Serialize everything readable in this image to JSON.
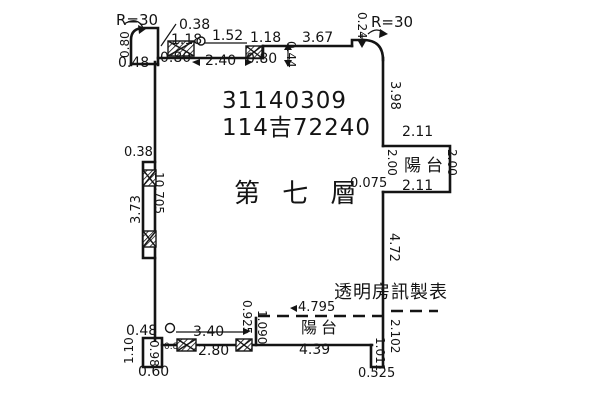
{
  "document": {
    "type": "floor-plan",
    "parcel_id": "31140309",
    "permit_id": "114吉72240",
    "floor_label": "第 七 層",
    "watermark": "透明房訊製表",
    "ink_color": "#141414",
    "background_color": "#ffffff"
  },
  "rooms": {
    "balcony_right": "陽台",
    "balcony_bottom": "陽台"
  },
  "labels": {
    "r30_left": "R=30",
    "r30_right": "R=30",
    "d038_top": "0.38",
    "d118a": "1.18",
    "d152": "1.52",
    "d118b": "1.18",
    "d367": "3.67",
    "d024": "0.24",
    "d080_left": "0.80",
    "d048_top": "0.48",
    "d080a": "0.80",
    "d240": "2.40",
    "d080b": "0.80",
    "d044": "0.44",
    "d398": "3.98",
    "d211_top": "2.11",
    "d200_left": "2.00",
    "d200_right": "2.00",
    "d211_bottom": "2.11",
    "d0075": "0.075",
    "d472": "4.72",
    "d038_leftwall": "0.38",
    "d373": "3.73",
    "d10705": "10.705",
    "d048_bottom": "0.48",
    "d110": "1.10",
    "d098": "0.98",
    "d060": "0.60",
    "d08_win": "0.8",
    "d340": "3.40",
    "d280": "2.80",
    "d0925": "0.925",
    "d1090": "1.090",
    "d4795": "4.795",
    "d439": "4.39",
    "d2102": "2.102",
    "d1011": "1.011",
    "d0525": "0.525"
  }
}
